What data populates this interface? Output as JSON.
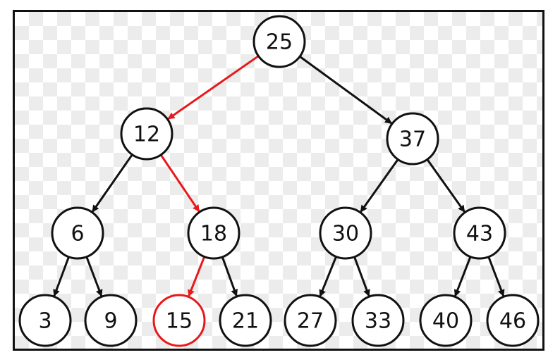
{
  "colors": {
    "default": "#111111",
    "highlight": "#e8191a",
    "node_fill": "#ffffff"
  },
  "nodes": [
    {
      "id": "n25",
      "label": "25",
      "highlight": false
    },
    {
      "id": "n12",
      "label": "12",
      "highlight": false
    },
    {
      "id": "n37",
      "label": "37",
      "highlight": false
    },
    {
      "id": "n6",
      "label": "6",
      "highlight": false
    },
    {
      "id": "n18",
      "label": "18",
      "highlight": false
    },
    {
      "id": "n30",
      "label": "30",
      "highlight": false
    },
    {
      "id": "n43",
      "label": "43",
      "highlight": false
    },
    {
      "id": "n3",
      "label": "3",
      "highlight": false
    },
    {
      "id": "n9",
      "label": "9",
      "highlight": false
    },
    {
      "id": "n15",
      "label": "15",
      "highlight": true
    },
    {
      "id": "n21",
      "label": "21",
      "highlight": false
    },
    {
      "id": "n27",
      "label": "27",
      "highlight": false
    },
    {
      "id": "n33",
      "label": "33",
      "highlight": false
    },
    {
      "id": "n40",
      "label": "40",
      "highlight": false
    },
    {
      "id": "n46",
      "label": "46",
      "highlight": false
    }
  ],
  "edges": [
    {
      "from": "n25",
      "to": "n12",
      "highlight": true
    },
    {
      "from": "n25",
      "to": "n37",
      "highlight": false
    },
    {
      "from": "n12",
      "to": "n6",
      "highlight": false
    },
    {
      "from": "n12",
      "to": "n18",
      "highlight": true
    },
    {
      "from": "n37",
      "to": "n30",
      "highlight": false
    },
    {
      "from": "n37",
      "to": "n43",
      "highlight": false
    },
    {
      "from": "n6",
      "to": "n3",
      "highlight": false
    },
    {
      "from": "n6",
      "to": "n9",
      "highlight": false
    },
    {
      "from": "n18",
      "to": "n15",
      "highlight": true
    },
    {
      "from": "n18",
      "to": "n21",
      "highlight": false
    },
    {
      "from": "n30",
      "to": "n27",
      "highlight": false
    },
    {
      "from": "n30",
      "to": "n33",
      "highlight": false
    },
    {
      "from": "n43",
      "to": "n40",
      "highlight": false
    },
    {
      "from": "n43",
      "to": "n46",
      "highlight": false
    }
  ]
}
